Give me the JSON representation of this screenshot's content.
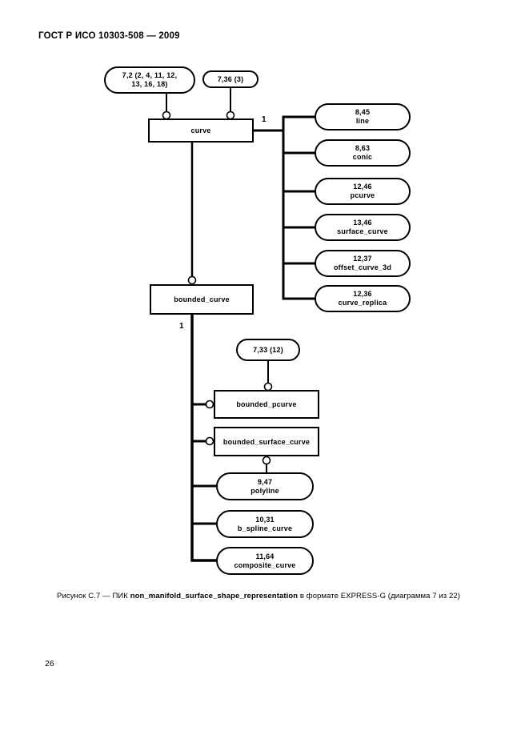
{
  "header": {
    "title": "ГОСТ Р ИСО 10303-508 — 2009"
  },
  "diagram": {
    "refs": {
      "top_left_line1": "7,2 (2, 4, 11, 12,",
      "top_left_line2": "13, 16, 18)",
      "top_right": "7,36 (3)",
      "middle": "7,33 (12)"
    },
    "entities": {
      "curve": "curve",
      "bounded_curve": "bounded_curve",
      "bounded_pcurve": "bounded_pcurve",
      "bounded_surface_curve": "bounded_surface_curve"
    },
    "curve_subtypes": [
      {
        "ref": "8,45",
        "label": "line"
      },
      {
        "ref": "8,63",
        "label": "conic"
      },
      {
        "ref": "12,46",
        "label": "pcurve"
      },
      {
        "ref": "13,46",
        "label": "surface_curve"
      },
      {
        "ref": "12,37",
        "label": "offset_curve_3d"
      },
      {
        "ref": "12,36",
        "label": "curve_replica"
      }
    ],
    "bounded_curve_subtypes": [
      {
        "ref": "9,47",
        "label": "polyline"
      },
      {
        "ref": "10,31",
        "label": "b_spline_curve"
      },
      {
        "ref": "11,64",
        "label": "composite_curve"
      }
    ],
    "labels": {
      "curve_branch": "1",
      "bounded_branch": "1"
    }
  },
  "caption": {
    "prefix": "Рисунок С.7 — ПИК ",
    "entity": "non_manifold_surface_shape_representation",
    "suffix": " в формате EXPRESS-G (диаграмма 7 из 22)"
  },
  "page_number": "26",
  "colors": {
    "ink": "#000000",
    "paper": "#ffffff"
  }
}
